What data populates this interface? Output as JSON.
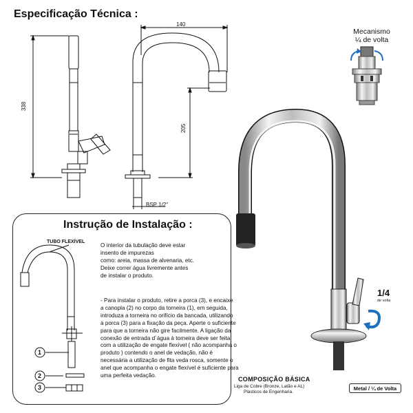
{
  "spec": {
    "title": "Especificação Técnica :",
    "dim_height": "338",
    "dim_width": "140",
    "dim_spout": "205",
    "thread": "BSP 1/2\""
  },
  "mechanism": {
    "title_line1": "Mecanismo",
    "title_line2": "¼ de volta"
  },
  "install": {
    "title": "Instrução de Instalação :",
    "tube_label": "TUBO FLEXÍVEL",
    "part_numbers": [
      "1",
      "2",
      "3"
    ],
    "para1": [
      "O interior da tubulação deve estar",
      "insento de impurezas",
      "como: areia, massa de alvenaria, etc.",
      "Deixe correr água livremente antes",
      " de instalar o produto."
    ],
    "para2": [
      "- Para instalar o produto, retire a porca (3), e encaixe",
      "a canopla (2) no corpo da torneira (1), em seguida,",
      "introduza a torneira no orifício da bancada, utilizando",
      "a porca (3) para a fixação da peça. Aperte o suficiente",
      "para que a torneira não gire facilmente. A ligação da",
      "conexão de entrada d´água à torneira deve ser feita",
      "com a utilização de engate flexível ( não acompanha o",
      "produto ) contendo o anel de vedação, não é",
      "necessária a utilização de fita veda rosca, somente o",
      "anel que acompanha o engate flexível é suficiente para",
      "uma  perfeita vedação."
    ]
  },
  "composition": {
    "title": "COMPOSIÇÃO BÁSICA",
    "line1": "Liga de Cobre (Bronze, Latão e AL)",
    "line2": "Plásticos de Engenharia."
  },
  "badge": "Metal / ¼ de Volta",
  "quarter_turn": {
    "value": "1/4",
    "label": "de volta"
  },
  "colors": {
    "accent": "#1f6fbf",
    "chrome_light": "#e6e6e6",
    "chrome_dark": "#555555"
  }
}
